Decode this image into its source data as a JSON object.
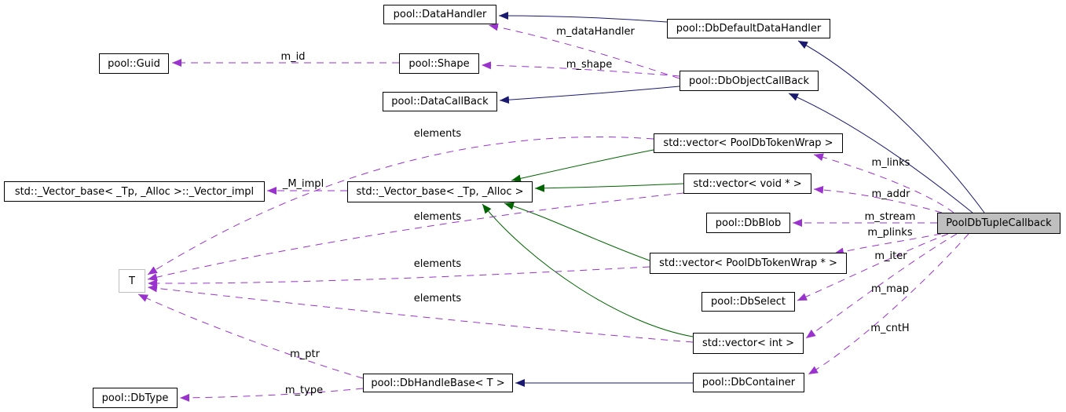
{
  "nodes": {
    "data_handler": {
      "label": "pool::DataHandler"
    },
    "db_default_data_handler": {
      "label": "pool::DbDefaultDataHandler"
    },
    "guid": {
      "label": "pool::Guid"
    },
    "shape": {
      "label": "pool::Shape"
    },
    "db_object_callback": {
      "label": "pool::DbObjectCallBack"
    },
    "data_callback": {
      "label": "pool::DataCallBack"
    },
    "vector_tokenwrap": {
      "label": "std::vector< PoolDbTokenWrap >"
    },
    "vector_impl": {
      "label": "std::_Vector_base< _Tp, _Alloc >::_Vector_impl"
    },
    "vector_base": {
      "label": "std::_Vector_base< _Tp, _Alloc >"
    },
    "vector_void": {
      "label": "std::vector< void * >"
    },
    "db_blob": {
      "label": "pool::DbBlob"
    },
    "vector_tokenwrap_ptr": {
      "label": "std::vector< PoolDbTokenWrap * >"
    },
    "t": {
      "label": "T"
    },
    "db_select": {
      "label": "pool::DbSelect"
    },
    "vector_int": {
      "label": "std::vector< int >"
    },
    "db_handle_base": {
      "label": "pool::DbHandleBase< T >"
    },
    "db_container": {
      "label": "pool::DbContainer"
    },
    "db_type": {
      "label": "pool::DbType"
    },
    "pool_db_tuple_callback": {
      "label": "PoolDbTupleCallback"
    }
  },
  "edge_labels": {
    "m_id": "m_id",
    "m_dataHandler": "m_dataHandler",
    "m_shape": "m_shape",
    "M_impl": "_M_impl",
    "elements": "elements",
    "m_links": "m_links",
    "m_addr": "m_addr",
    "m_stream": "m_stream",
    "m_plinks": "m_plinks",
    "m_iter": "m_iter",
    "m_map": "m_map",
    "m_cntH": "m_cntH",
    "m_ptr": "m_ptr",
    "m_type": "m_type"
  },
  "colors": {
    "inheritance": "#191970",
    "template_inheritance": "#006400",
    "usage": "#9a32cd",
    "selected_fill": "#bfbfbf"
  }
}
